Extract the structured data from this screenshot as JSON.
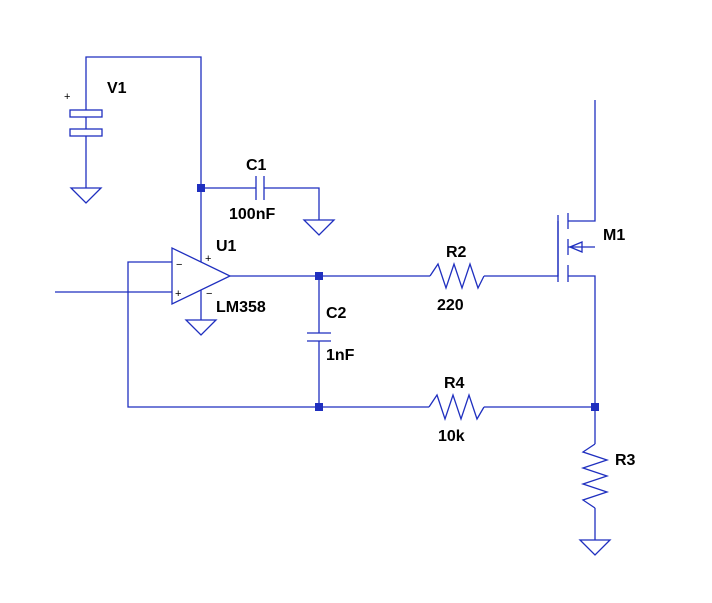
{
  "schematic": {
    "components": {
      "v1": {
        "ref": "V1"
      },
      "c1": {
        "ref": "C1",
        "value": "100nF"
      },
      "u1": {
        "ref": "U1",
        "value": "LM358"
      },
      "r2": {
        "ref": "R2",
        "value": "220"
      },
      "c2": {
        "ref": "C2",
        "value": "1nF"
      },
      "m1": {
        "ref": "M1"
      },
      "r4": {
        "ref": "R4",
        "value": "10k"
      },
      "r3": {
        "ref": "R3"
      }
    },
    "pins": {
      "v1_plus": "+",
      "u1_vplus": "+",
      "u1_vminus": "−",
      "u1_in_minus": "−",
      "u1_in_plus": "+"
    },
    "colors": {
      "wire": "#1f2fbf",
      "node": "#1f2fbf",
      "text": "#000000",
      "background": "#ffffff"
    }
  }
}
